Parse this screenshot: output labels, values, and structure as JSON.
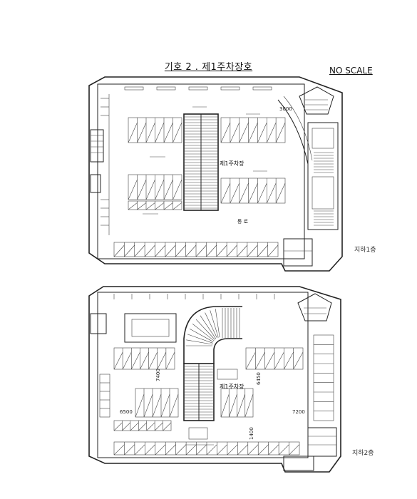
{
  "title": "기호 2 . 제1주차장호",
  "scale_note": "NO SCALE",
  "plans": [
    {
      "level_label": "지하1층",
      "room_label": "제1주차장",
      "sub_label": "통 로",
      "dimension": "3000"
    },
    {
      "level_label": "지하2층",
      "room_label": "제1주차장",
      "dimensions": [
        "7400",
        "6450",
        "6500",
        "7200",
        "1400"
      ]
    }
  ],
  "icons": {
    "north_arrow": "north-arrow-icon"
  }
}
